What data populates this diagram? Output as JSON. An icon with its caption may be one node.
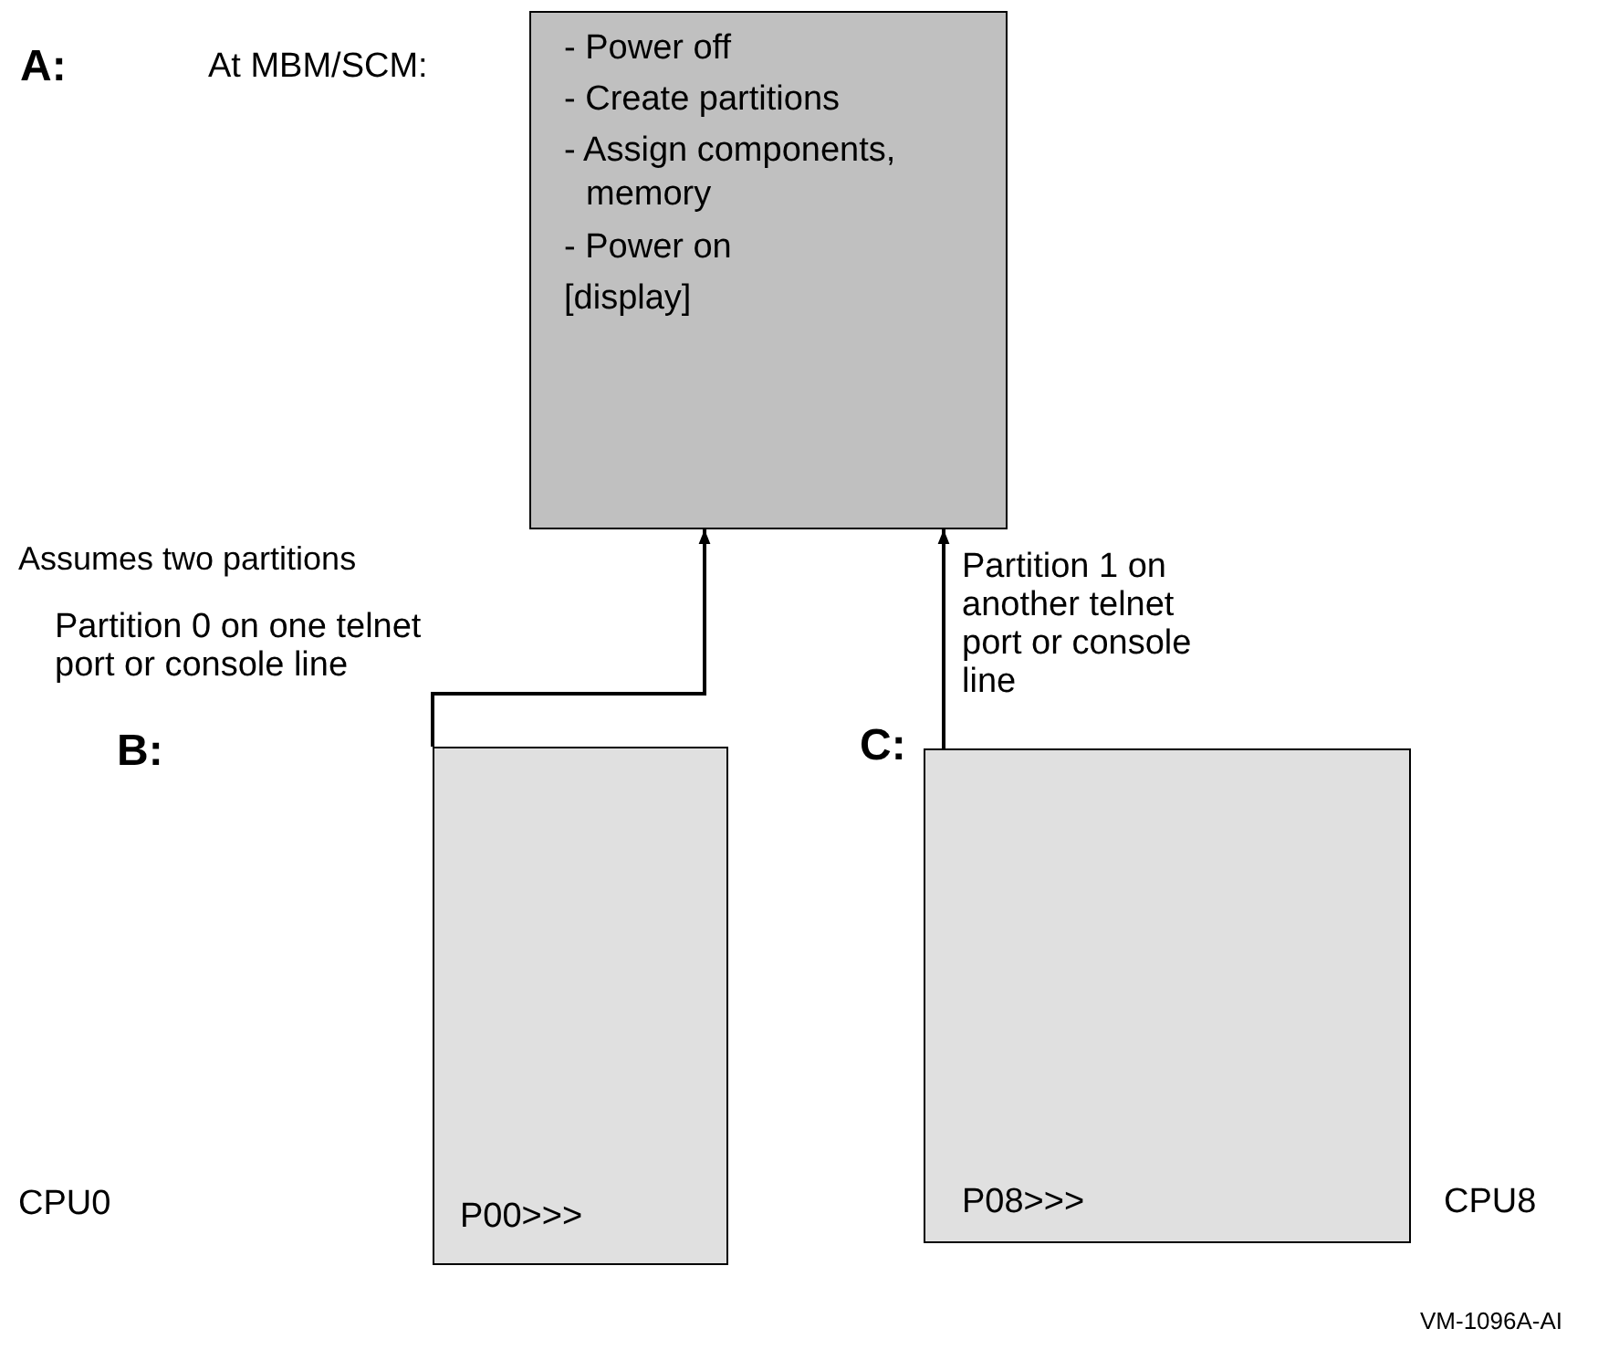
{
  "diagram": {
    "nodes": [
      {
        "text": [
          "A:",
          "At MBM/SCM:",
          "- Power off",
          "- Create partitions",
          "- Assign components, memory",
          "- Power on",
          "[display]"
        ]
      },
      {
        "text": [
          "P00>>>"
        ]
      },
      {
        "text": [
          "C:",
          "P08>>>"
        ],
        "beside": [
          "CPU8"
        ]
      }
    ],
    "edges": [
      {
        "from": 1,
        "to": 0,
        "arrow": "to",
        "label": "Partition 0 on one telnet port or console line"
      },
      {
        "from": 2,
        "to": 0,
        "arrow": "to",
        "label": "Partition 1 on another telnet port or console line"
      }
    ],
    "labels": [
      "Assumes two partitions",
      "B:",
      "CPU0",
      "VM-1096A-AI"
    ]
  }
}
